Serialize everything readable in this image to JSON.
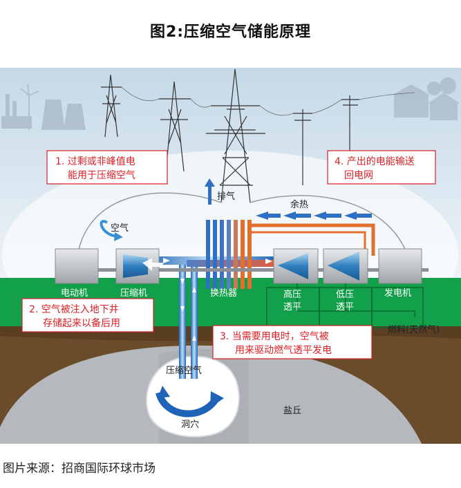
{
  "title": "图2:压缩空气储能原理",
  "caption": "图片来源：招商国际环球市场",
  "callouts": {
    "step1": [
      "1. 过剩或非峰值电",
      "能用于压缩空气"
    ],
    "step2": [
      "2. 空气被注入地下井",
      "存储起来以备后用"
    ],
    "step3": [
      "3. 当需要用电时，空气被",
      "用来驱动燃气透平发电"
    ],
    "step4": [
      "4. 产出的电能输送",
      "回电网"
    ]
  },
  "labels": {
    "exhaust": "排气",
    "waste_heat": "余热",
    "air": "空气",
    "motor": "电动机",
    "compressor": "压缩机",
    "heat_exchanger": "换热器",
    "hp_turbine": [
      "高压",
      "透平"
    ],
    "lp_turbine": [
      "低压",
      "透平"
    ],
    "generator": "发电机",
    "fuel": "燃料(天然气)",
    "compressed_air": "压缩空气",
    "cavern": "洞穴",
    "salt_dome": "盐丘"
  },
  "colors": {
    "callout_red": "#d81f26",
    "ground_green": "#12a04a",
    "earth_brown": "#6b4c2a",
    "salt_grey": "#b5b9be",
    "sky_blue": "#c9dcea",
    "pipe_blue": "#2f6fc4",
    "pipe_orange": "#e0702c"
  }
}
